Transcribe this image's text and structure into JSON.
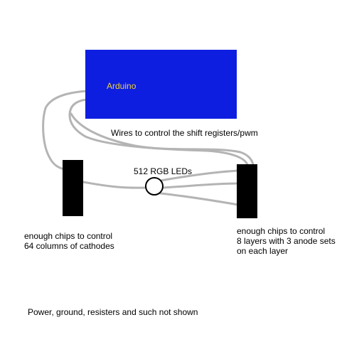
{
  "colors": {
    "arduino_fill": "#0d1ee0",
    "arduino_text": "#f2d33a",
    "wire": "#b4b4b4",
    "chip": "#000000"
  },
  "arduino": {
    "label": "Arduino"
  },
  "labels": {
    "wires": "Wires to control the shift registers/pwm",
    "leds": "512 RGB LEDs",
    "left_chips": [
      "enough chips to control",
      "64 columns of cathodes"
    ],
    "right_chips": [
      "enough chips to control",
      "8 layers with 3 anode sets",
      "on each layer"
    ],
    "footer": "Power, ground, resisters and such not shown"
  }
}
